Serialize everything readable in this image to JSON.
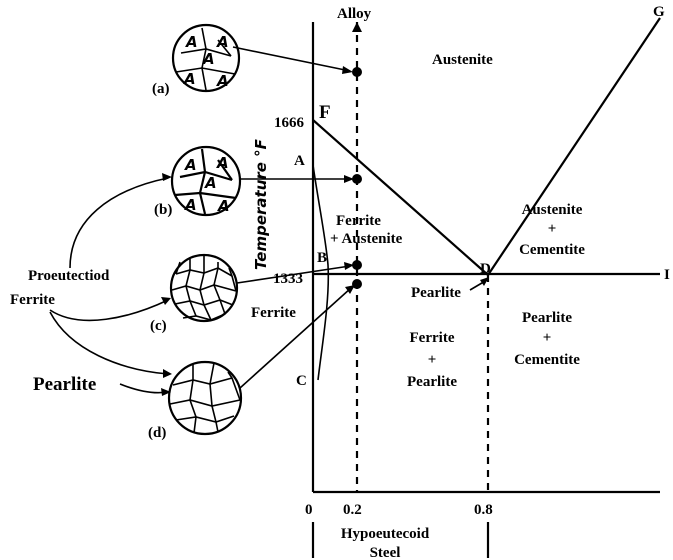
{
  "labels": {
    "alloy": "Alloy",
    "austenite": "Austenite",
    "temp_1666": "1666",
    "point_F": "F",
    "point_A": "A",
    "point_B": "B",
    "point_C": "C",
    "point_D": "D",
    "point_G": "G",
    "point_I": "I",
    "temp_1333": "1333",
    "y_axis": "Temperature °F",
    "ferrite_austenite_1": "Ferrite",
    "ferrite_austenite_2": "+ Austenite",
    "austenite_cementite_1": "Austenite",
    "austenite_cementite_2": "+",
    "austenite_cementite_3": "Cementite",
    "pearlite_arrow": "Pearlite",
    "ferrite_arrow": "Ferrite",
    "ferrite_pearlite_1": "Ferrite",
    "ferrite_pearlite_2": "+",
    "ferrite_pearlite_3": "Pearlite",
    "pearlite_cementite_1": "Pearlite",
    "pearlite_cementite_2": "+",
    "pearlite_cementite_3": "Cementite",
    "proeutectoid": "Proeutectiod",
    "ferrite_left": "Ferrite",
    "pearlite_left": "Pearlite",
    "tick_0": "0",
    "tick_02": "0.2",
    "tick_08": "0.8",
    "hypo_1": "Hypoeutecoid",
    "hypo_2": "Steel",
    "micro_a": "(a)",
    "micro_b": "(b)",
    "micro_c": "(c)",
    "micro_d": "(d)",
    "grain_letter": "A"
  }
}
